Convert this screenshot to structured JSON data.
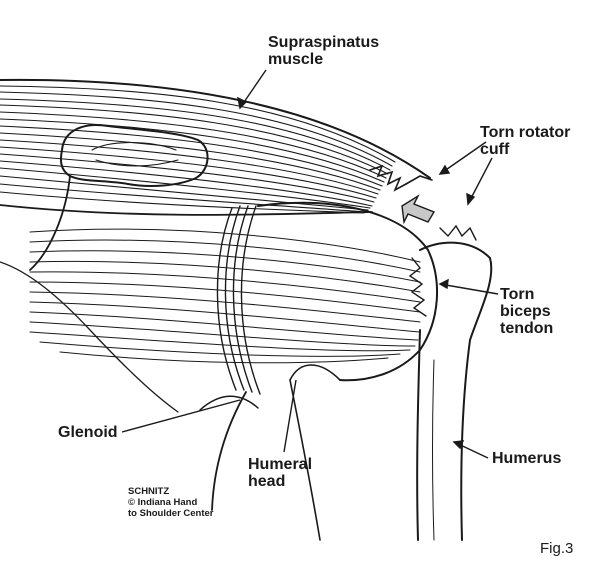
{
  "labels": {
    "supraspinatus": [
      "Supraspinatus",
      "muscle"
    ],
    "torn_rotator_cuff": [
      "Torn rotator",
      "cuff"
    ],
    "torn_biceps_tendon": [
      "Torn",
      "biceps",
      "tendon"
    ],
    "glenoid": [
      "Glenoid"
    ],
    "humeral_head": [
      "Humeral",
      "head"
    ],
    "humerus": [
      "Humerus"
    ]
  },
  "credit": [
    "SCHNITZ",
    "© Indiana Hand",
    "to Shoulder Center"
  ],
  "figure_label": "Fig.3",
  "colors": {
    "ink": "#1a1a1a",
    "arrow_fill": "#c8c8c8"
  }
}
